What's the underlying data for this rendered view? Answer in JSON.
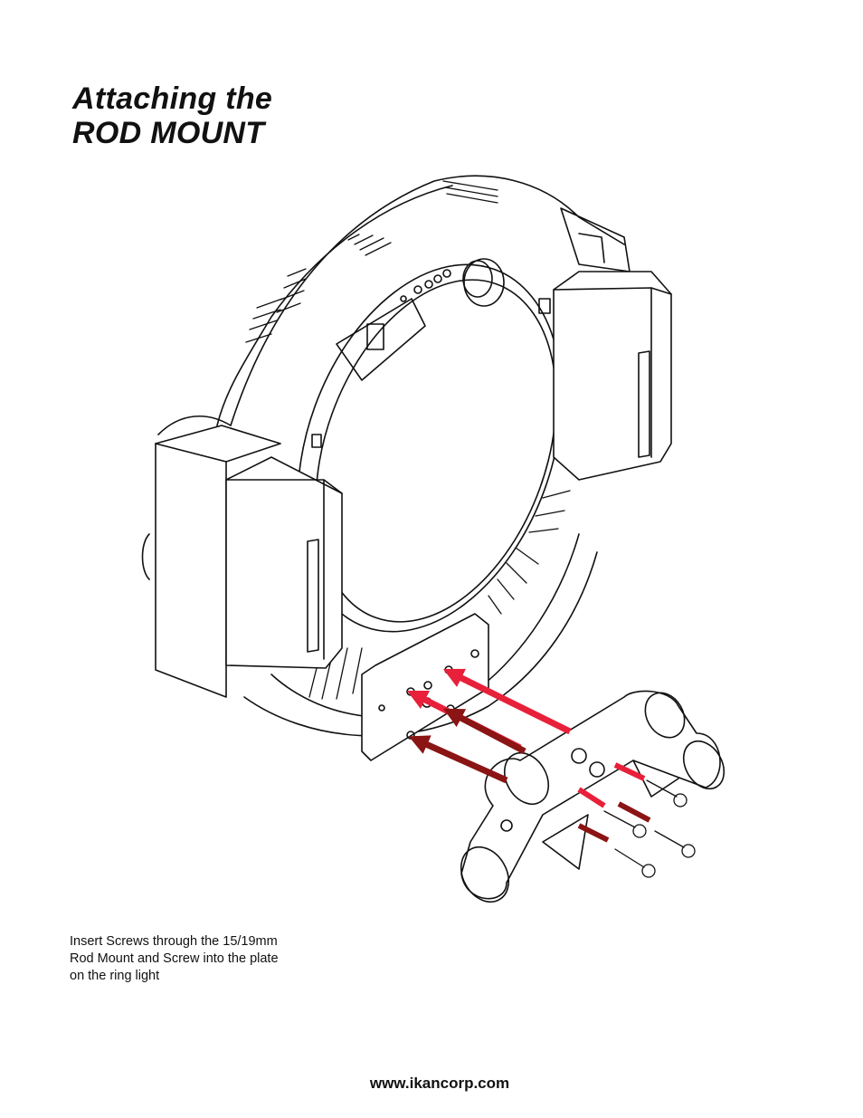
{
  "title": {
    "line1": "Attaching the",
    "line2": "ROD MOUNT"
  },
  "caption": {
    "line1": "Insert Screws through the 15/19mm",
    "line2": "Rod Mount and Screw into the plate",
    "line3": "on the ring light"
  },
  "footer": {
    "url": "www.ikancorp.com"
  },
  "colors": {
    "arrow_light": "#e8203a",
    "arrow_dark": "#8b1414",
    "ink": "#111111"
  }
}
